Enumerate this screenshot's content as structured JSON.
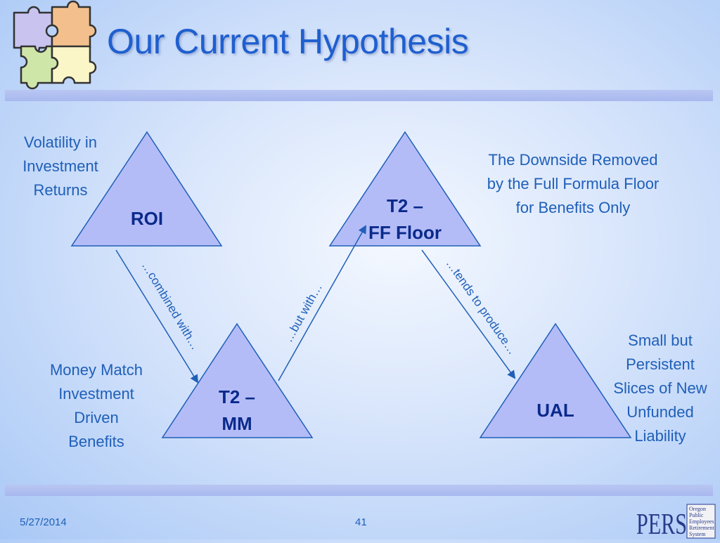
{
  "slide": {
    "title": "Our Current Hypothesis",
    "date": "5/27/2014",
    "page_number": "41"
  },
  "nodes": {
    "roi": {
      "label": "ROI"
    },
    "ff_floor": {
      "line1": "T2 –",
      "line2": "FF Floor"
    },
    "mm": {
      "line1": "T2 –",
      "line2": "MM"
    },
    "ual": {
      "label": "UAL"
    }
  },
  "notes": {
    "volatility": [
      "Volatility in",
      "Investment",
      "Returns"
    ],
    "downside": [
      "The Downside Removed",
      "by the Full Formula Floor",
      "for Benefits Only"
    ],
    "money_match": [
      "Money Match",
      "Investment",
      "Driven",
      "Benefits"
    ],
    "small_slices": [
      "Small but",
      "Persistent",
      "Slices of New",
      "Unfunded",
      "Liability"
    ]
  },
  "edges": {
    "combined": "…combined with…",
    "but_with": "…but with…",
    "tends": "…tends to produce…"
  },
  "logo": {
    "text": "PERS",
    "lines": [
      "Oregon",
      "Public",
      "Employees",
      "Retirement",
      "System"
    ]
  },
  "colors": {
    "title": "#1f5fcf",
    "note_text": "#1f5fb8",
    "triangle_fill": "#b4bcf8",
    "triangle_stroke": "#1f5fb8",
    "arrow": "#1f5fb8",
    "band": "#b1bff0"
  }
}
